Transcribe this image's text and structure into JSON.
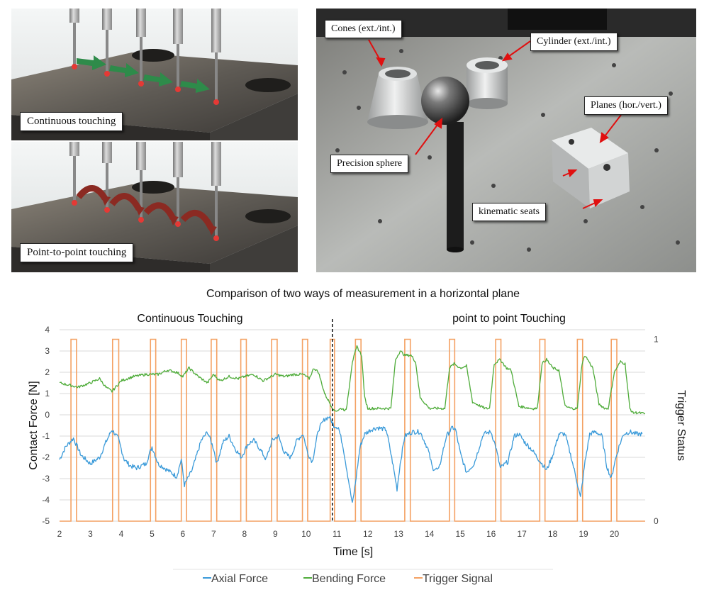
{
  "illustrations": {
    "continuous_label": "Continuous touching",
    "p2p_label": "Point-to-point touching"
  },
  "photo_labels": {
    "cones": "Cones (ext./int.)",
    "cylinder": "Cylinder (ext./int.)",
    "planes": "Planes (hor./vert.)",
    "sphere": "Precision sphere",
    "seats": "kinematic seats"
  },
  "colors": {
    "axial": "#3a9ad9",
    "bending": "#4fac3a",
    "trigger": "#f4a163",
    "arrow_green": "#2e8b4a",
    "arrow_red": "#8b2a22"
  },
  "chart_data": {
    "type": "line",
    "title": "Comparison of two ways of measurement in a horizontal plane",
    "segment_labels": [
      "Continuous Touching",
      "point to point Touching"
    ],
    "divider_x": 10.85,
    "xlabel": "Time [s]",
    "ylabel": "Contact Force [N]",
    "y2label": "Trigger Status",
    "xlim": [
      2,
      21
    ],
    "ylim": [
      -5,
      4
    ],
    "y2lim": [
      0,
      1
    ],
    "x_ticks": [
      2,
      3,
      4,
      5,
      6,
      7,
      8,
      9,
      10,
      11,
      12,
      13,
      14,
      15,
      16,
      17,
      18,
      19,
      20
    ],
    "y_ticks": [
      4,
      3,
      2,
      1,
      0,
      -1,
      -2,
      -3,
      -4,
      -5
    ],
    "y2_ticks": [
      1,
      0
    ],
    "grid": true,
    "legend_position": "bottom",
    "series": [
      {
        "name": "Axial Force",
        "axis": "left",
        "x": [
          2.0,
          2.2,
          2.45,
          2.7,
          3.0,
          3.3,
          3.5,
          3.7,
          3.9,
          4.1,
          4.3,
          4.5,
          4.8,
          5.0,
          5.2,
          5.5,
          5.8,
          5.95,
          6.05,
          6.3,
          6.6,
          6.8,
          7.0,
          7.1,
          7.3,
          7.5,
          7.7,
          7.9,
          8.1,
          8.3,
          8.5,
          8.7,
          8.9,
          9.1,
          9.3,
          9.5,
          9.7,
          9.9,
          10.05,
          10.2,
          10.4,
          10.6,
          10.75,
          10.9,
          11.05,
          11.2,
          11.4,
          11.5,
          11.6,
          11.75,
          11.9,
          12.1,
          12.3,
          12.6,
          12.8,
          12.95,
          13.05,
          13.2,
          13.45,
          13.7,
          13.95,
          14.1,
          14.3,
          14.55,
          14.75,
          14.85,
          15.0,
          15.2,
          15.45,
          15.75,
          16.0,
          16.15,
          16.3,
          16.55,
          16.75,
          16.9,
          17.1,
          17.3,
          17.6,
          17.8,
          18.0,
          18.2,
          18.4,
          18.6,
          18.75,
          18.9,
          19.05,
          19.2,
          19.4,
          19.6,
          19.75,
          19.9,
          20.0,
          20.15,
          20.3,
          20.5,
          20.7,
          20.9
        ],
        "y": [
          -2.1,
          -1.5,
          -1.1,
          -1.9,
          -2.3,
          -2.0,
          -1.3,
          -0.7,
          -1.1,
          -2.1,
          -2.4,
          -2.5,
          -2.3,
          -1.5,
          -2.3,
          -2.6,
          -2.9,
          -2.1,
          -3.3,
          -2.6,
          -1.2,
          -0.8,
          -1.6,
          -2.3,
          -1.3,
          -1.0,
          -1.6,
          -2.0,
          -1.4,
          -1.2,
          -1.6,
          -2.1,
          -1.2,
          -1.0,
          -1.8,
          -2.0,
          -1.2,
          -0.9,
          -1.8,
          -2.2,
          -0.7,
          -0.2,
          -0.1,
          -0.5,
          -0.6,
          -1.5,
          -3.3,
          -4.2,
          -3.2,
          -1.5,
          -0.9,
          -0.7,
          -0.6,
          -0.7,
          -2.2,
          -3.5,
          -2.3,
          -1.0,
          -0.8,
          -0.8,
          -1.6,
          -2.5,
          -2.6,
          -1.0,
          -0.6,
          -0.7,
          -1.8,
          -2.7,
          -2.3,
          -0.9,
          -0.8,
          -1.5,
          -2.5,
          -2.2,
          -1.0,
          -0.9,
          -1.3,
          -1.6,
          -2.2,
          -2.6,
          -1.9,
          -0.9,
          -0.9,
          -2.0,
          -2.9,
          -3.9,
          -2.2,
          -0.9,
          -0.8,
          -1.0,
          -2.4,
          -3.0,
          -2.3,
          -1.5,
          -0.9,
          -0.8,
          -0.9,
          -0.9
        ]
      },
      {
        "name": "Bending Force",
        "axis": "left",
        "x": [
          2.0,
          2.3,
          2.6,
          3.0,
          3.3,
          3.5,
          3.7,
          4.0,
          4.4,
          4.8,
          5.2,
          5.5,
          5.8,
          6.0,
          6.2,
          6.5,
          6.8,
          7.0,
          7.2,
          7.5,
          7.8,
          8.0,
          8.3,
          8.6,
          9.0,
          9.3,
          9.6,
          9.9,
          10.1,
          10.25,
          10.4,
          10.6,
          10.9,
          11.0,
          11.15,
          11.3,
          11.5,
          11.65,
          11.8,
          11.9,
          12.0,
          12.4,
          12.75,
          12.9,
          13.05,
          13.2,
          13.4,
          13.55,
          13.7,
          14.0,
          14.3,
          14.5,
          14.65,
          14.8,
          15.0,
          15.2,
          15.4,
          15.8,
          15.95,
          16.1,
          16.3,
          16.5,
          16.65,
          16.9,
          17.3,
          17.5,
          17.65,
          17.8,
          18.0,
          18.2,
          18.4,
          18.6,
          18.8,
          18.95,
          19.05,
          19.3,
          19.5,
          19.7,
          19.8,
          20.0,
          20.2,
          20.35,
          20.5,
          20.6,
          20.75,
          21.0
        ],
        "y": [
          1.5,
          1.4,
          1.3,
          1.5,
          1.7,
          1.3,
          1.1,
          1.6,
          1.8,
          1.9,
          1.9,
          2.1,
          2.0,
          1.8,
          2.2,
          1.8,
          1.5,
          1.9,
          1.6,
          1.8,
          1.7,
          1.8,
          1.9,
          1.6,
          1.9,
          1.8,
          1.9,
          1.9,
          1.7,
          2.2,
          2.0,
          1.0,
          0.2,
          0.2,
          0.3,
          0.2,
          2.5,
          3.2,
          2.8,
          0.8,
          0.3,
          0.3,
          0.3,
          2.6,
          3.0,
          2.8,
          2.8,
          2.5,
          0.8,
          0.3,
          0.3,
          0.3,
          2.2,
          2.4,
          2.2,
          2.3,
          0.6,
          0.3,
          0.3,
          2.4,
          2.6,
          2.2,
          2.1,
          0.4,
          0.3,
          0.3,
          2.4,
          2.6,
          2.2,
          2.1,
          0.4,
          0.3,
          0.3,
          2.4,
          2.8,
          2.2,
          0.5,
          0.3,
          0.3,
          2.0,
          2.5,
          2.4,
          0.3,
          0.1,
          0.1,
          0.05
        ]
      },
      {
        "name": "Trigger Signal",
        "axis": "right",
        "pulses": [
          [
            2.37,
            2.55
          ],
          [
            3.72,
            3.92
          ],
          [
            4.95,
            5.12
          ],
          [
            5.95,
            6.12
          ],
          [
            6.92,
            7.1
          ],
          [
            7.88,
            8.06
          ],
          [
            8.88,
            9.06
          ],
          [
            9.88,
            10.05
          ],
          [
            10.78,
            10.92
          ],
          [
            11.6,
            11.78
          ],
          [
            13.2,
            13.38
          ],
          [
            14.65,
            14.82
          ],
          [
            16.15,
            16.32
          ],
          [
            17.58,
            17.75
          ],
          [
            18.8,
            18.97
          ],
          [
            19.9,
            20.08
          ]
        ],
        "high": 1,
        "low": 0
      }
    ]
  }
}
